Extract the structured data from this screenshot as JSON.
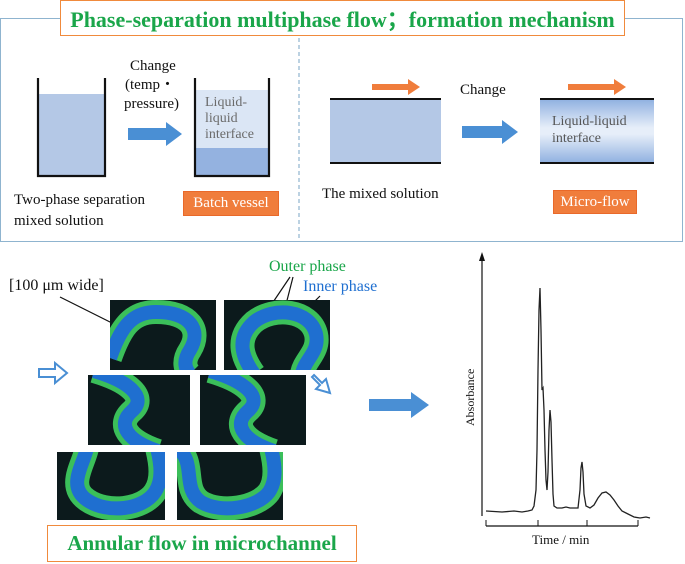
{
  "title": "Phase-separation multiphase flow；formation mechanism",
  "batch": {
    "change_label": "Change",
    "change_detail_1": "(temp・",
    "change_detail_2": "pressure)",
    "interface_label_1": "Liquid-",
    "interface_label_2": "liquid",
    "interface_label_3": "interface",
    "mixed_label_1": "Two-phase separation",
    "mixed_label_2": "mixed solution",
    "box_label": "Batch vessel"
  },
  "micro": {
    "change_label": "Change",
    "interface_label_1": "Liquid-liquid",
    "interface_label_2": "interface",
    "mixed_label": "The mixed solution",
    "box_label": "Micro-flow"
  },
  "channel": {
    "width_label": "[100 μm wide]",
    "outer_phase": "Outer phase",
    "inner_phase": "Inner phase",
    "caption": "Annular flow in microchannel"
  },
  "chromatogram": {
    "ylabel": "Absorbance",
    "xlabel": "Time / min"
  },
  "colors": {
    "title_green": "#1aa64a",
    "accent_orange": "#f07d3c",
    "arrow_blue": "#4a8fd4",
    "liquid_blue": "#b4c8e6",
    "inner_phase_blue": "#1f6fd0",
    "outer_phase_green": "#3bbf5a"
  }
}
